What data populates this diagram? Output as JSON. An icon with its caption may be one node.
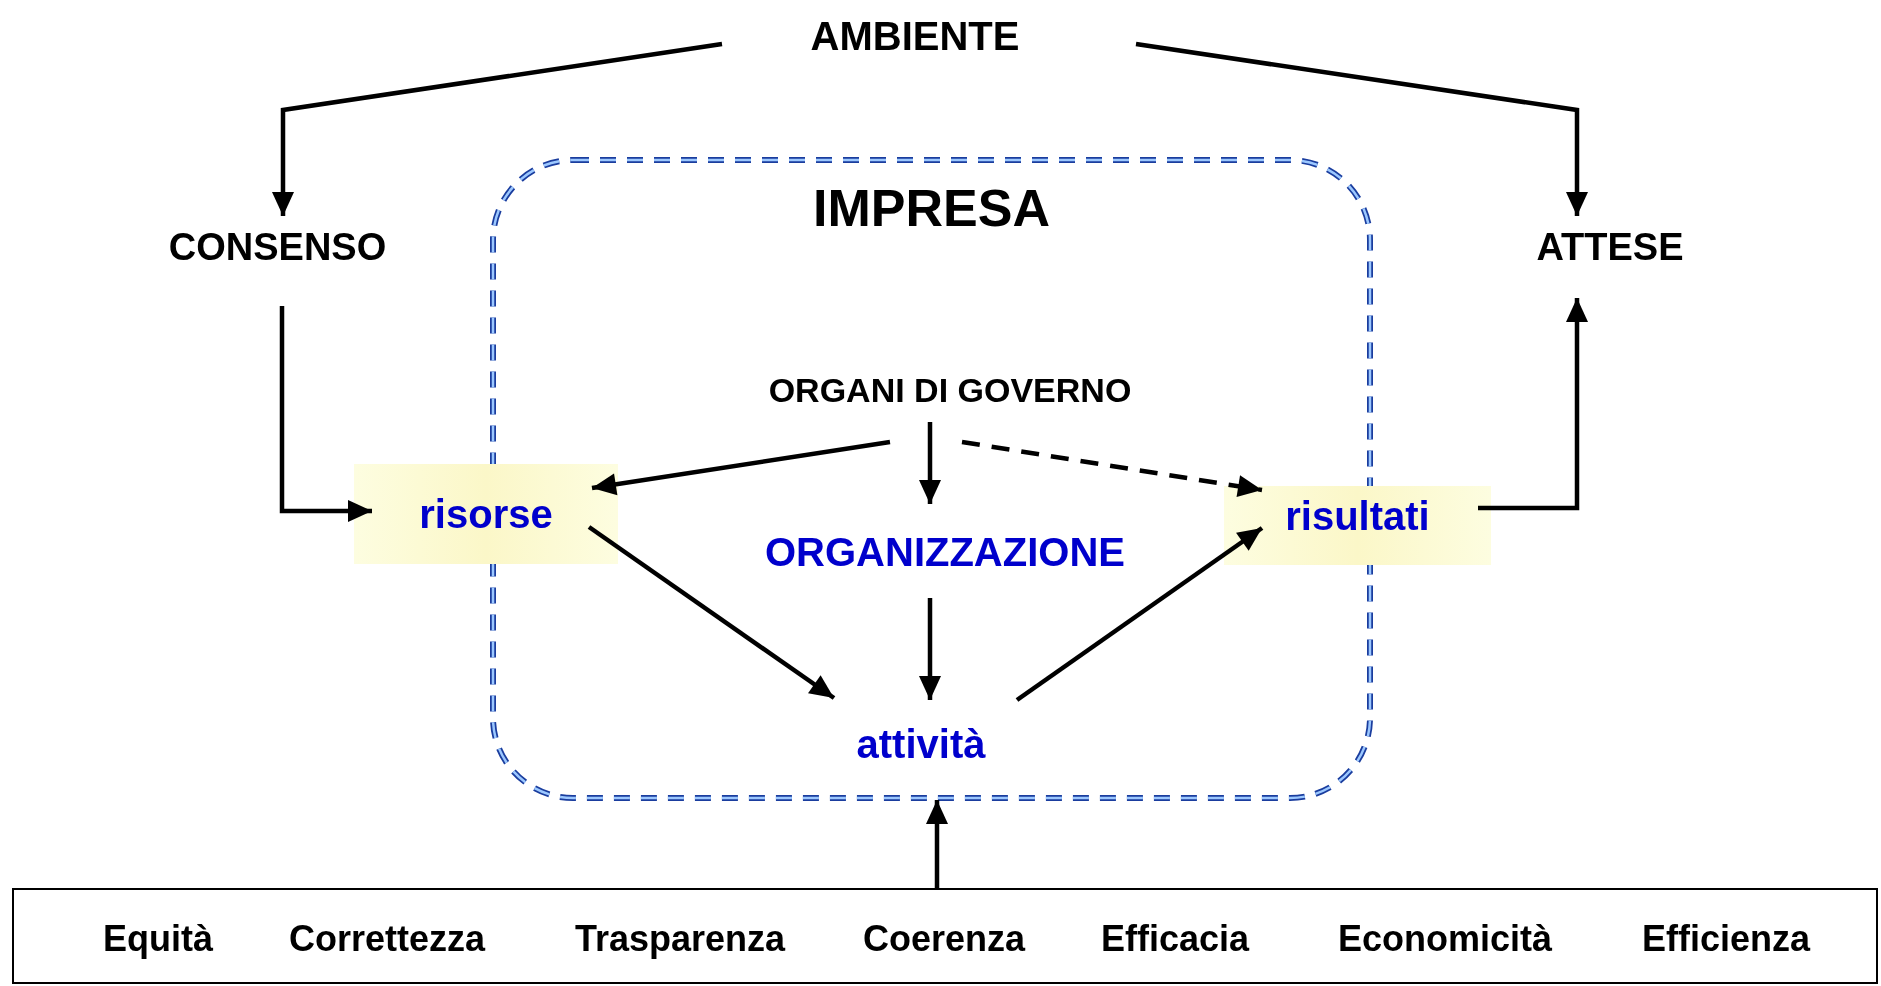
{
  "diagram": {
    "nodes": [
      {
        "text": [
          "AMBIENTE"
        ]
      },
      {
        "text": [
          "CONSENSO"
        ]
      },
      {
        "text": [
          "ATTESE"
        ]
      },
      {
        "text": [
          "IMPRESA"
        ]
      },
      {
        "text": [
          "ORGANI DI GOVERNO"
        ],
        "in": 3
      },
      {
        "text": [
          "risorse"
        ]
      },
      {
        "text": [
          "ORGANIZZAZIONE"
        ],
        "in": 3
      },
      {
        "text": [
          "risultati"
        ]
      },
      {
        "text": [
          "attività"
        ],
        "in": 3
      },
      {
        "text": [
          "Equità",
          "Correttezza",
          "Trasparenza",
          "Coerenza",
          "Efficacia",
          "Economicità",
          "Efficienza"
        ]
      }
    ],
    "edges": [
      {
        "from": 0,
        "to": 1,
        "arrow": "to"
      },
      {
        "from": 0,
        "to": 2,
        "arrow": "to"
      },
      {
        "from": 1,
        "to": 5,
        "arrow": "to"
      },
      {
        "from": 7,
        "to": 2,
        "arrow": "to"
      },
      {
        "from": 4,
        "to": 5,
        "arrow": "to"
      },
      {
        "from": 4,
        "to": 6,
        "arrow": "to"
      },
      {
        "from": 4,
        "to": 7,
        "arrow": "to",
        "style": "dashed"
      },
      {
        "from": 5,
        "to": 8,
        "arrow": "to"
      },
      {
        "from": 6,
        "to": 8,
        "arrow": "to"
      },
      {
        "from": 8,
        "to": 7,
        "arrow": "to"
      },
      {
        "from": 9,
        "to": 3,
        "arrow": "to"
      }
    ]
  }
}
